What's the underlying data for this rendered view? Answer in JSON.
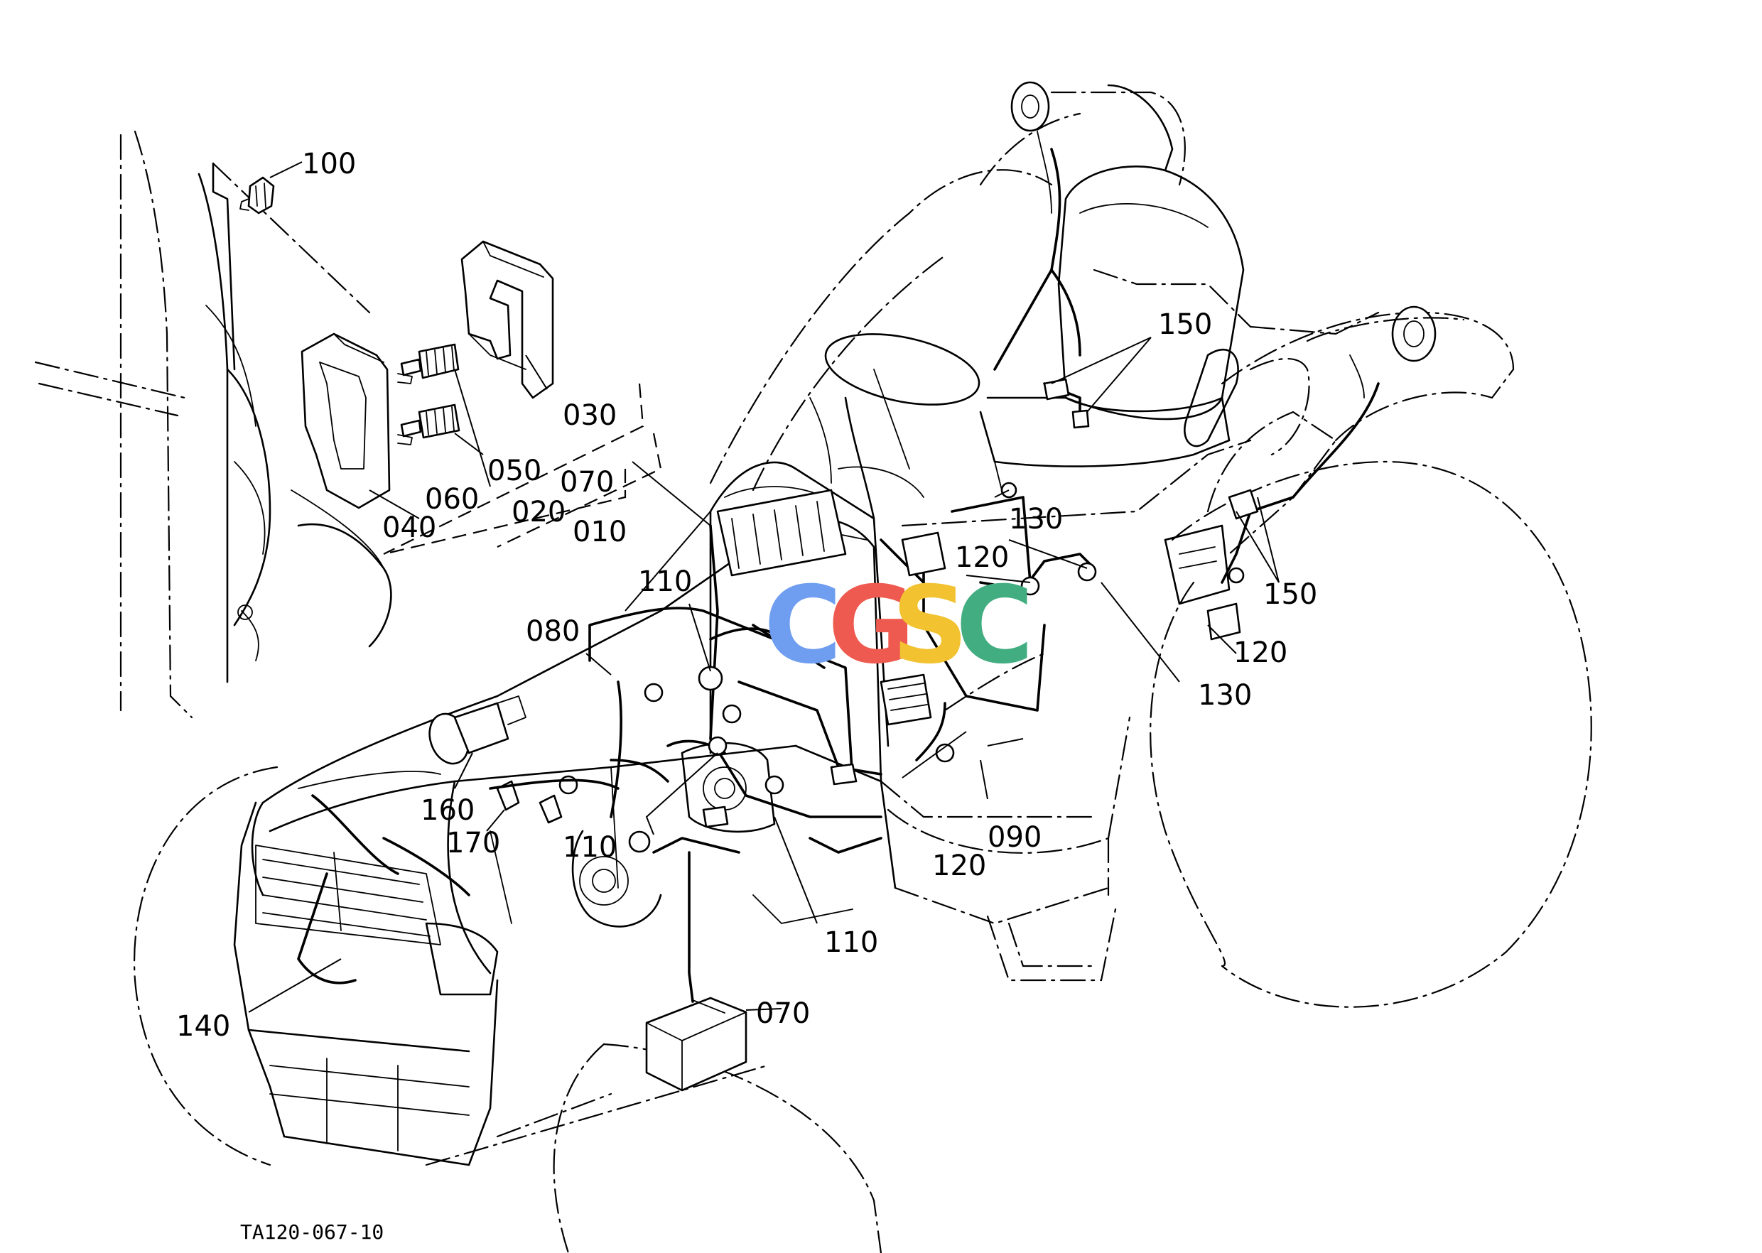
{
  "figure_code": "TA120-067-10",
  "watermark": {
    "letters": [
      "C",
      "G",
      "S",
      "C"
    ],
    "colors": [
      "#6f9ef0",
      "#ee5a4f",
      "#f2c230",
      "#43ad82"
    ]
  },
  "callouts": {
    "p010": "010",
    "p020": "020",
    "p030": "030",
    "p040": "040",
    "p050": "050",
    "p060": "060",
    "p070a": "070",
    "p070b": "070",
    "p080": "080",
    "p090": "090",
    "p100": "100",
    "p110a": "110",
    "p110b": "110",
    "p110c": "110",
    "p120a": "120",
    "p120b": "120",
    "p120c": "120",
    "p130a": "130",
    "p130b": "130",
    "p140": "140",
    "p150a": "150",
    "p150b": "150",
    "p160": "160",
    "p170": "170"
  }
}
